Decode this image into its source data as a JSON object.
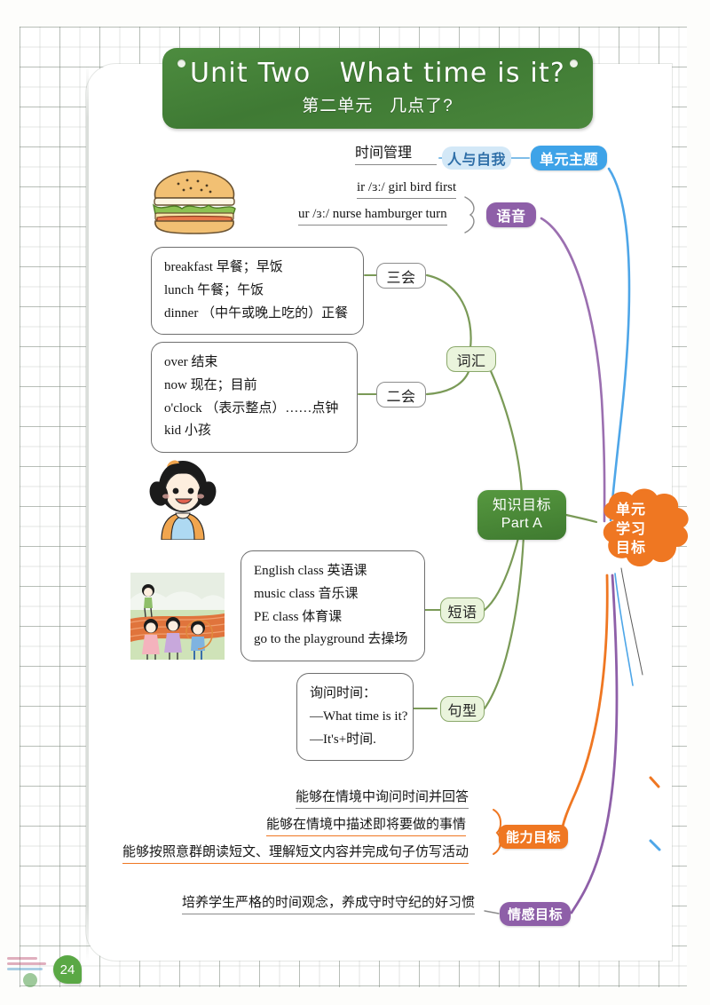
{
  "page": {
    "number": "24"
  },
  "title": {
    "english": "Unit Two   What time is it?",
    "chinese": "第二单元   几点了?"
  },
  "theme_branch": {
    "topic_text": "时间管理",
    "category_label": "人与自我",
    "root_label": "单元主题",
    "line_color": "#3ea3e8"
  },
  "phonics_branch": {
    "label": "语音",
    "lines": [
      "ir /ɜː/ girl bird first",
      "ur /ɜː/ nurse hamburger turn"
    ],
    "line_color": "#9b6fb0"
  },
  "vocabulary_branch": {
    "label": "词汇",
    "groups": [
      {
        "label": "三会",
        "items": [
          "breakfast 早餐；早饭",
          "lunch 午餐；午饭",
          "dinner （中午或晚上吃的）正餐"
        ]
      },
      {
        "label": "二会",
        "items": [
          "over 结束",
          "now 现在；目前",
          "o'clock （表示整点）……点钟",
          "kid 小孩"
        ]
      }
    ]
  },
  "phrases_branch": {
    "label": "短语",
    "items": [
      "English class 英语课",
      "music class 音乐课",
      "PE class 体育课",
      "go to the playground 去操场"
    ]
  },
  "sentence_branch": {
    "label": "句型",
    "items": [
      "询问时间：",
      "—What time is it?",
      "—It's+时间."
    ]
  },
  "knowledge_goal": {
    "line1": "知识目标",
    "line2": "Part A",
    "color": "#4a8a38"
  },
  "center_node": {
    "lines": [
      "单元",
      "学习",
      "目标"
    ],
    "color": "#ef7722"
  },
  "ability_goal": {
    "label": "能力目标",
    "color": "#ef7722",
    "items": [
      "能够在情境中询问时间并回答",
      "能够在情境中描述即将要做的事情",
      "能够按照意群朗读短文、理解短文内容并完成句子仿写活动"
    ]
  },
  "emotion_goal": {
    "label": "情感目标",
    "color": "#8e5fa8",
    "items": [
      "培养学生严格的时间观念，养成守时守纪的好习惯"
    ]
  },
  "illustrations": [
    {
      "name": "hamburger-illustration"
    },
    {
      "name": "girl-illustration"
    },
    {
      "name": "playground-children-illustration"
    }
  ]
}
